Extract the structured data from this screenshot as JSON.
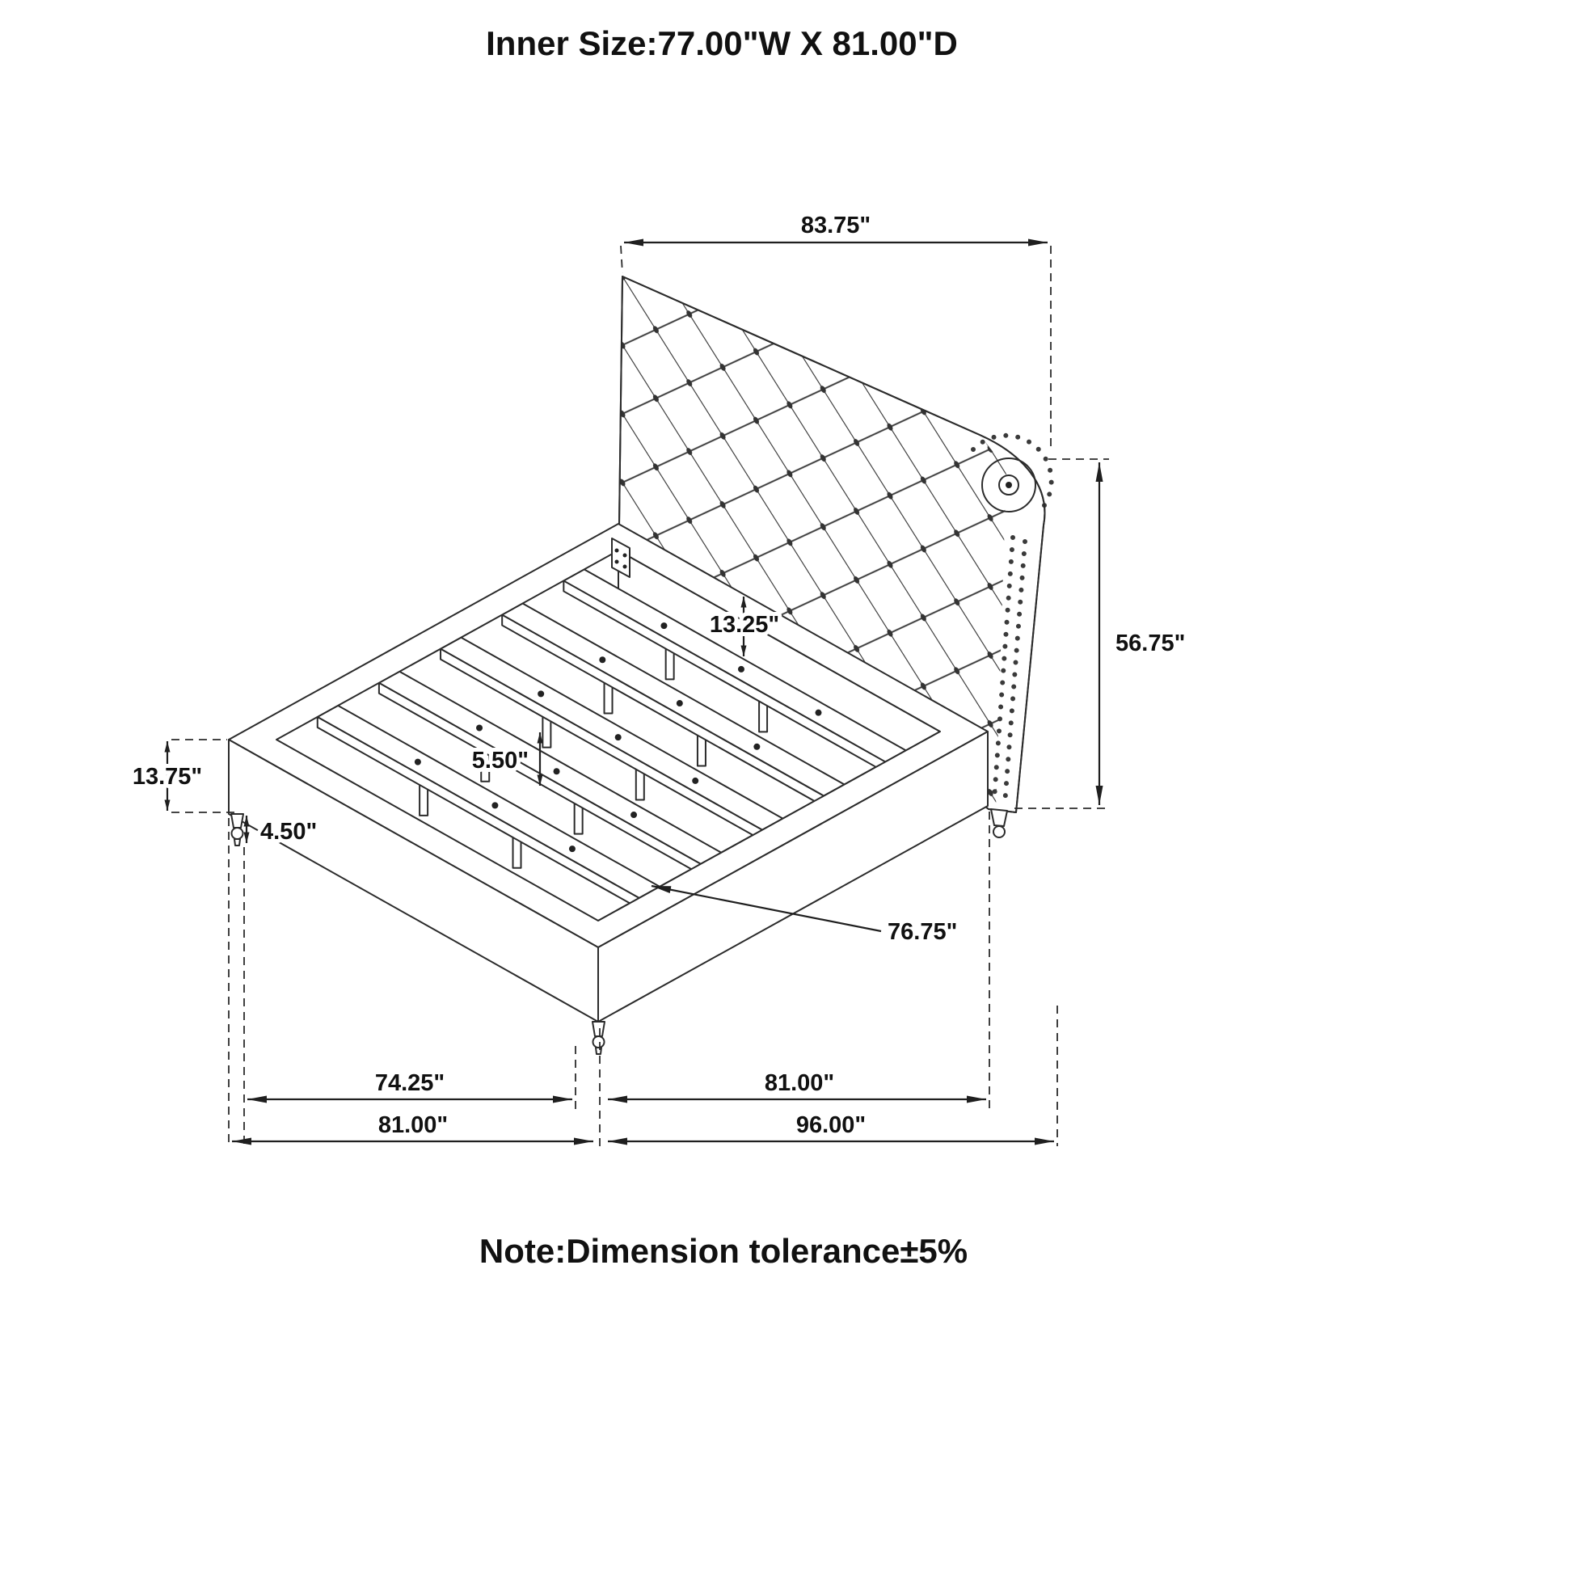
{
  "title": "Inner Size:77.00\"W X 81.00\"D",
  "note": "Note:Dimension tolerance±5%",
  "dims": {
    "headboard_width": "83.75\"",
    "headboard_height": "56.75\"",
    "headboard_to_slat": "13.25\"",
    "frame_height": "13.75\"",
    "leg_height": "4.50\"",
    "slat_height": "5.50\"",
    "slat_length": "76.75\"",
    "leg_span": "74.25\"",
    "side_rail_length": "81.00\"",
    "frame_width": "81.00\"",
    "overall_depth": "96.00\""
  }
}
